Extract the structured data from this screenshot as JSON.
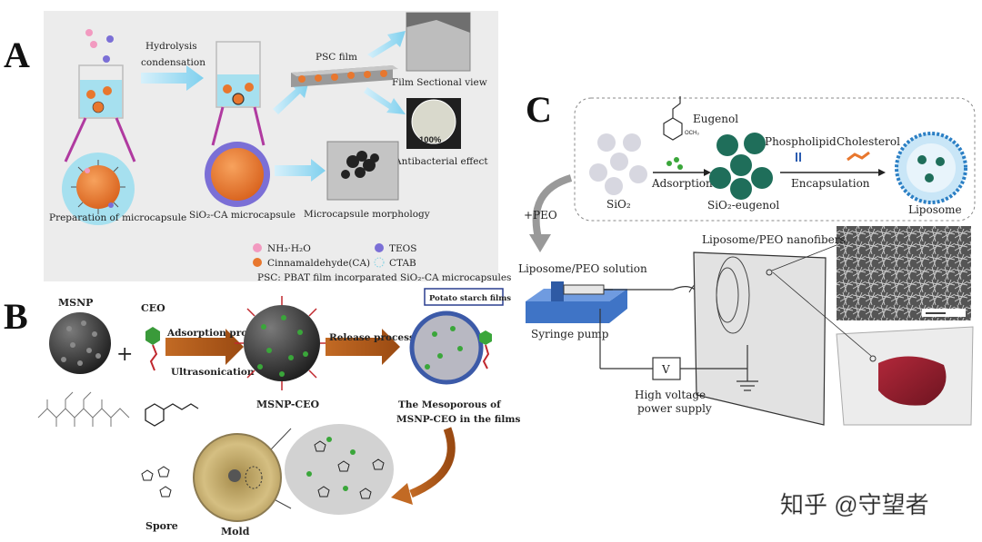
{
  "panelA": {
    "letter": "A",
    "hydrolysis": "Hydrolysis",
    "condensation": "condensation",
    "psc_film": "PSC film",
    "film_sectional": "Film Sectional view",
    "percent": "100%",
    "antibacterial": "Antibacterial effect",
    "prep": "Preparation of microcapsule",
    "sio2_ca": "SiO₂-CA microcapsule",
    "morphology": "Microcapsule morphology",
    "legend": {
      "nh3": "NH₃·H₂O",
      "teos": "TEOS",
      "ca": "Cinnamaldehyde(CA)",
      "ctab": "CTAB",
      "psc_note": "PSC: PBAT film incorparated SiO₂-CA microcapsules"
    },
    "colors": {
      "nh3": "#f29ac0",
      "teos": "#7b6fd6",
      "ca": "#e8772e",
      "ctab": "#9fdde8"
    }
  },
  "panelB": {
    "letter": "B",
    "msnp": "MSNP",
    "ceo": "CEO",
    "plus": "+",
    "adsorption": "Adsorption process",
    "ultrasonication": "Ultrasonication",
    "release": "Release process",
    "potato": "Potato starch films",
    "msnp_ceo": "MSNP-CEO",
    "mesoporous1": "The Mesoporous of",
    "mesoporous2": "MSNP-CEO in the films",
    "spore": "Spore",
    "mold": "Mold"
  },
  "panelC": {
    "letter": "C",
    "eugenol": "Eugenol",
    "och3": "OCH₃",
    "phospholipid": "Phospholipid",
    "cholesterol": "Cholesterol",
    "adsorption": "Adsorption",
    "encapsulation": "Encapsulation",
    "sio2": "SiO₂",
    "sio2_eugenol": "SiO₂-eugenol",
    "liposome": "Liposome",
    "peo": "+PEO",
    "nanofibers": "Liposome/PEO nanofibers",
    "solution": "Liposome/PEO solution",
    "syringe": "Syringe pump",
    "v": "V",
    "hv1": "High voltage",
    "hv2": "power supply"
  },
  "watermark": "知乎 @守望者"
}
